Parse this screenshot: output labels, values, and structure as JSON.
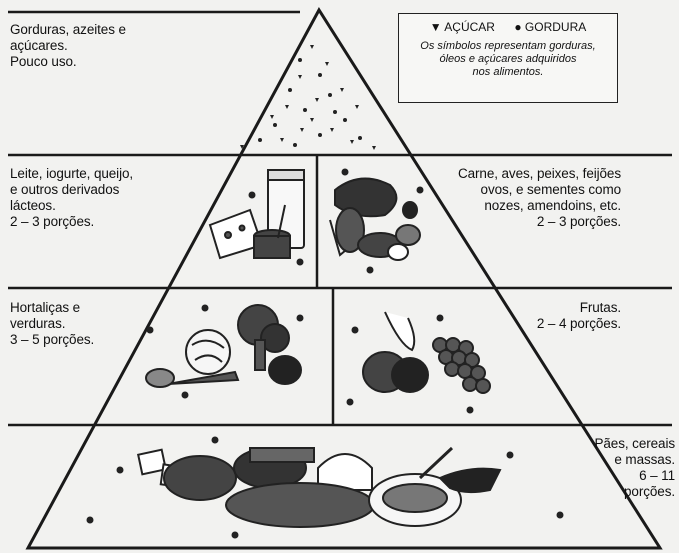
{
  "legend": {
    "sugar_symbol": "▼",
    "sugar_label": "AÇÚCAR",
    "fat_symbol": "●",
    "fat_label": "GORDURA",
    "note_lines": [
      "Os símbolos representam gorduras,",
      "óleos e açúcares adquiridos",
      "nos alimentos."
    ]
  },
  "levels": {
    "fats": {
      "lines": [
        "Gorduras, azeites e",
        "açúcares.",
        "Pouco uso."
      ]
    },
    "dairy": {
      "lines": [
        "Leite, iogurte, queijo,",
        "e outros derivados",
        "lácteos.",
        "2 – 3 porções."
      ]
    },
    "protein": {
      "lines": [
        "Carne, aves, peixes, feijões",
        "ovos, e sementes como",
        "nozes, amendoins, etc.",
        "2 – 3 porções."
      ]
    },
    "vegetables": {
      "lines": [
        "Hortaliças e",
        "verduras.",
        "3 – 5 porções."
      ]
    },
    "fruits": {
      "lines": [
        "Frutas.",
        "2 – 4 porções."
      ]
    },
    "grains": {
      "lines": [
        "Pães, cereais",
        "e massas.",
        "6 – 11",
        "porções."
      ]
    }
  },
  "colors": {
    "line": "#1a1a1a",
    "food": "#333333"
  },
  "icons": {
    "dairy": "milk-cheese-illustration",
    "protein": "meat-fish-eggs-illustration",
    "vegetables": "vegetables-illustration",
    "fruits": "fruits-illustration",
    "grains": "bread-pasta-illustration"
  }
}
